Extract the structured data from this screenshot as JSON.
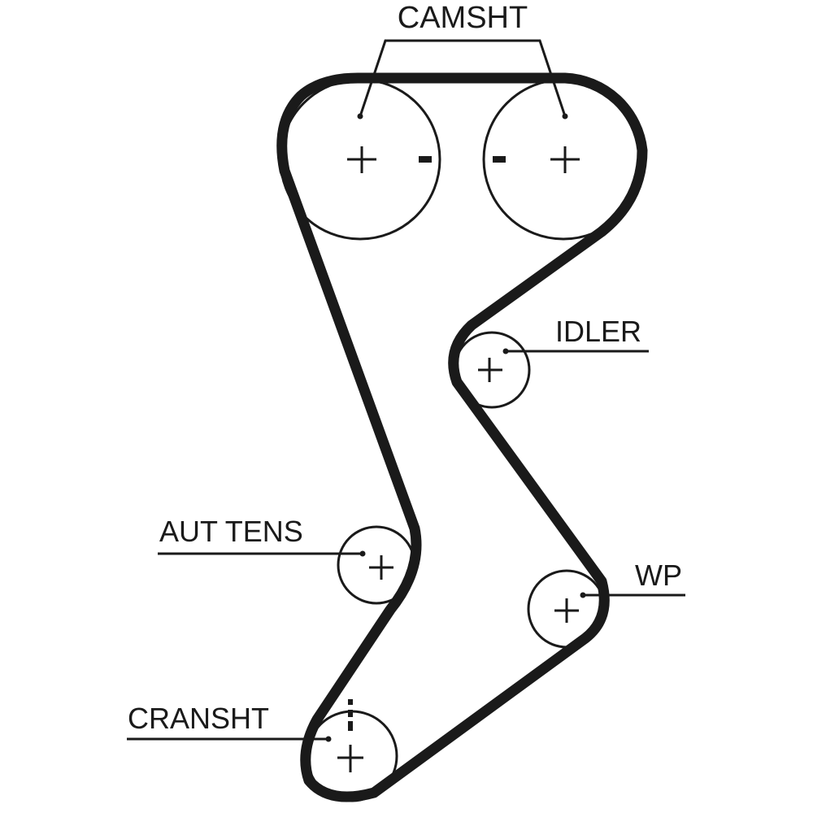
{
  "diagram": {
    "type": "timing-belt-routing",
    "colors": {
      "belt": "#1a1a1a",
      "line": "#1a1a1a",
      "background": "#ffffff"
    },
    "labels": {
      "camshaft": "CAMSHT",
      "idler": "IDLER",
      "tensioner": "AUT TENS",
      "water_pump": "WP",
      "crankshaft": "CRANSHT"
    },
    "pulleys": [
      {
        "id": "camshaft-left",
        "label_key": "camshaft",
        "center_mark": "+",
        "side_mark": "-"
      },
      {
        "id": "camshaft-right",
        "label_key": "camshaft",
        "center_mark": "+",
        "side_mark": "-"
      },
      {
        "id": "idler",
        "label_key": "idler",
        "center_mark": "+"
      },
      {
        "id": "auto-tensioner",
        "label_key": "tensioner",
        "center_mark": "+"
      },
      {
        "id": "water-pump",
        "label_key": "water_pump",
        "center_mark": "+"
      },
      {
        "id": "crankshaft",
        "label_key": "crankshaft",
        "center_mark": "+",
        "timing_mark": "dashed"
      }
    ]
  }
}
